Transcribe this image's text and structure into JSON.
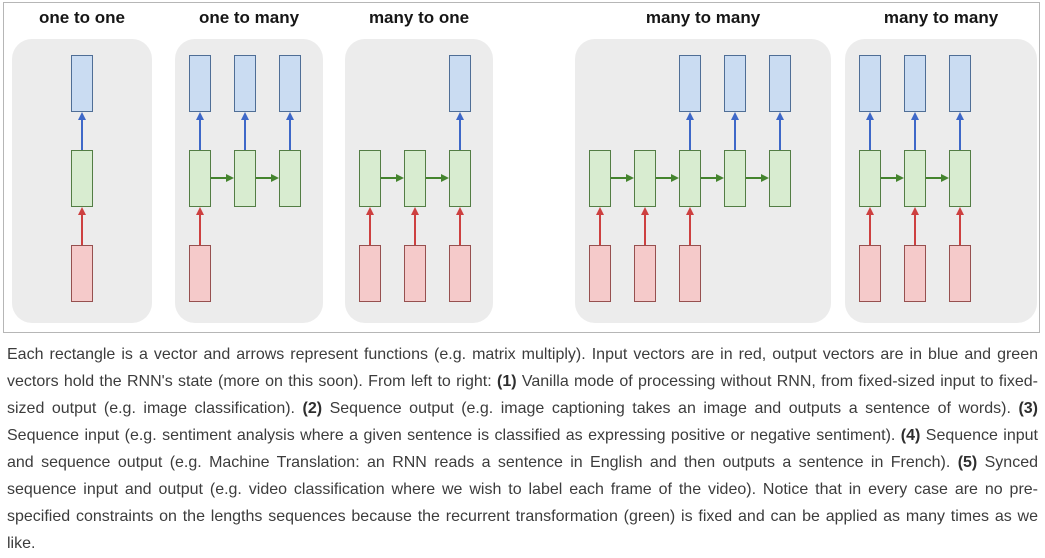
{
  "figure": {
    "panels": [
      {
        "label": "one to one",
        "columns": 1,
        "input_columns": [
          0
        ],
        "state_columns": [
          0
        ],
        "output_columns": [
          0
        ],
        "chain_arrows": []
      },
      {
        "label": "one to many",
        "columns": 3,
        "input_columns": [
          0
        ],
        "state_columns": [
          0,
          1,
          2
        ],
        "output_columns": [
          0,
          1,
          2
        ],
        "chain_arrows": [
          0,
          1
        ]
      },
      {
        "label": "many to one",
        "columns": 3,
        "input_columns": [
          0,
          1,
          2
        ],
        "state_columns": [
          0,
          1,
          2
        ],
        "output_columns": [
          2
        ],
        "chain_arrows": [
          0,
          1
        ]
      },
      {
        "label": "many to many",
        "columns": 5,
        "input_columns": [
          0,
          1,
          2
        ],
        "state_columns": [
          0,
          1,
          2,
          3,
          4
        ],
        "output_columns": [
          2,
          3,
          4
        ],
        "chain_arrows": [
          0,
          1,
          2,
          3
        ]
      },
      {
        "label": "many to many",
        "columns": 3,
        "input_columns": [
          0,
          1,
          2
        ],
        "state_columns": [
          0,
          1,
          2
        ],
        "output_columns": [
          0,
          1,
          2
        ],
        "chain_arrows": [
          0,
          1
        ]
      }
    ]
  },
  "colors": {
    "panel_background": "#ececec",
    "figure_border": "#b6b6b6",
    "input_fill": "#f5caca",
    "input_border": "#96504f",
    "input_arrow": "#cd4040",
    "state_fill": "#d8ecd0",
    "state_border": "#537d44",
    "state_arrow": "#45842e",
    "output_fill": "#cadcf2",
    "output_border": "#4f6e96",
    "output_arrow": "#3e68c8"
  },
  "caption": {
    "segments": [
      {
        "bold": false,
        "text": "Each rectangle is a vector and arrows represent functions (e.g. matrix multiply). Input vectors are in red, output vectors are in blue and green vectors hold the RNN's state (more on this soon). From left to right: "
      },
      {
        "bold": true,
        "text": "(1)"
      },
      {
        "bold": false,
        "text": " Vanilla mode of processing without RNN, from fixed-sized input to fixed-sized output (e.g. image classification). "
      },
      {
        "bold": true,
        "text": "(2)"
      },
      {
        "bold": false,
        "text": " Sequence output (e.g. image captioning takes an image and outputs a sentence of words). "
      },
      {
        "bold": true,
        "text": "(3)"
      },
      {
        "bold": false,
        "text": " Sequence input (e.g. sentiment analysis where a given sentence is classified as expressing positive or negative sentiment). "
      },
      {
        "bold": true,
        "text": "(4)"
      },
      {
        "bold": false,
        "text": " Sequence input and sequence output (e.g. Machine Translation: an RNN reads a sentence in English and then outputs a sentence in French). "
      },
      {
        "bold": true,
        "text": "(5)"
      },
      {
        "bold": false,
        "text": " Synced sequence input and output (e.g. video classification where we wish to label each frame of the video). Notice that in every case are no pre-specified constraints on the lengths sequences because the recurrent transformation (green) is fixed and can be applied as many times as we like."
      }
    ]
  }
}
